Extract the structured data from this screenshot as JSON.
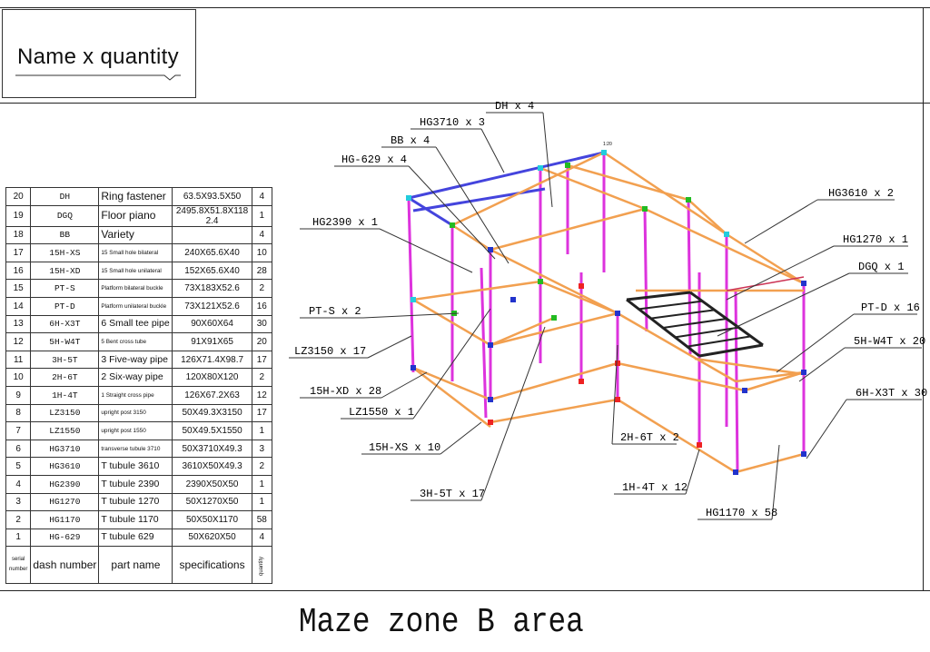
{
  "legend": {
    "text": "Name x quantity"
  },
  "title": "Maze zone B area",
  "table": {
    "header": {
      "serial": "serial number",
      "dash": "dash number",
      "part": "part name",
      "spec": "specifications",
      "qty": "quantity"
    },
    "rows": [
      {
        "serial": "20",
        "dash": "DH",
        "part": "Ring fastener",
        "spec": "63.5X93.5X50",
        "qty": "4"
      },
      {
        "serial": "19",
        "dash": "DGQ",
        "part": "Floor piano",
        "spec": "2495.8X51.8X118 2.4",
        "qty": "1"
      },
      {
        "serial": "18",
        "dash": "BB",
        "part": "Variety",
        "spec": "",
        "qty": "4"
      },
      {
        "serial": "17",
        "dash": "15H-XS",
        "part": "15 Small hole bilateral",
        "spec": "240X65.6X40",
        "qty": "10"
      },
      {
        "serial": "16",
        "dash": "15H-XD",
        "part": "15 Small hole unilateral",
        "spec": "152X65.6X40",
        "qty": "28"
      },
      {
        "serial": "15",
        "dash": "PT-S",
        "part": "Platform bilateral buckle",
        "spec": "73X183X52.6",
        "qty": "2"
      },
      {
        "serial": "14",
        "dash": "PT-D",
        "part": "Platform unilateral buckle",
        "spec": "73X121X52.6",
        "qty": "16"
      },
      {
        "serial": "13",
        "dash": "6H-X3T",
        "part": "6 Small tee pipe",
        "spec": "90X60X64",
        "qty": "30"
      },
      {
        "serial": "12",
        "dash": "5H-W4T",
        "part": "5 Bent cross tube",
        "spec": "91X91X65",
        "qty": "20"
      },
      {
        "serial": "11",
        "dash": "3H-5T",
        "part": "3 Five-way pipe",
        "spec": "126X71.4X98.7",
        "qty": "17"
      },
      {
        "serial": "10",
        "dash": "2H-6T",
        "part": "2 Six-way pipe",
        "spec": "120X80X120",
        "qty": "2"
      },
      {
        "serial": "9",
        "dash": "1H-4T",
        "part": "1 Straight cross pipe",
        "spec": "126X67.2X63",
        "qty": "12"
      },
      {
        "serial": "8",
        "dash": "LZ3150",
        "part": "upright post 3150",
        "spec": "50X49.3X3150",
        "qty": "17"
      },
      {
        "serial": "7",
        "dash": "LZ1550",
        "part": "upright post 1550",
        "spec": "50X49.5X1550",
        "qty": "1"
      },
      {
        "serial": "6",
        "dash": "HG3710",
        "part": "transverse tubule 3710",
        "spec": "50X3710X49.3",
        "qty": "3"
      },
      {
        "serial": "5",
        "dash": "HG3610",
        "part": "T tubule 3610",
        "spec": "3610X50X49.3",
        "qty": "2"
      },
      {
        "serial": "4",
        "dash": "HG2390",
        "part": "T tubule 2390",
        "spec": "2390X50X50",
        "qty": "1"
      },
      {
        "serial": "3",
        "dash": "HG1270",
        "part": "T tubule 1270",
        "spec": "50X1270X50",
        "qty": "1"
      },
      {
        "serial": "2",
        "dash": "HG1170",
        "part": "T tubule 1170",
        "spec": "50X50X1170",
        "qty": "58"
      },
      {
        "serial": "1",
        "dash": "HG-629",
        "part": "T tubule 629",
        "spec": "50X620X50",
        "qty": "4"
      }
    ]
  },
  "diagram": {
    "scale_note": "1:20",
    "callouts": [
      {
        "id": "dh",
        "text": "DH x 4"
      },
      {
        "id": "hg3710",
        "text": "HG3710 x 3"
      },
      {
        "id": "bb",
        "text": "BB x 4"
      },
      {
        "id": "hg629",
        "text": "HG-629 x 4"
      },
      {
        "id": "hg2390",
        "text": "HG2390 x 1"
      },
      {
        "id": "pts",
        "text": "PT-S x 2"
      },
      {
        "id": "lz3150",
        "text": "LZ3150 x 17"
      },
      {
        "id": "15hxd",
        "text": "15H-XD x 28"
      },
      {
        "id": "lz1550",
        "text": "LZ1550 x 1"
      },
      {
        "id": "15hxs",
        "text": "15H-XS x 10"
      },
      {
        "id": "3h5t",
        "text": "3H-5T x 17"
      },
      {
        "id": "2h6t",
        "text": "2H-6T x 2"
      },
      {
        "id": "1h4t",
        "text": "1H-4T x 12"
      },
      {
        "id": "hg1170",
        "text": "HG1170 x 58"
      },
      {
        "id": "hg3610",
        "text": "HG3610 x 2"
      },
      {
        "id": "hg1270",
        "text": "HG1270 x 1"
      },
      {
        "id": "dgq",
        "text": "DGQ x 1"
      },
      {
        "id": "ptd",
        "text": "PT-D x 16"
      },
      {
        "id": "5hw4t",
        "text": "5H-W4T x 20"
      },
      {
        "id": "6hx3t",
        "text": "6H-X3T x 30"
      }
    ],
    "colors": {
      "upright": "#dd33dd",
      "tube": "#f2a050",
      "top_tube": "#4444dd",
      "cyan_joint": "#22ccdd",
      "green_joint": "#22bb22",
      "red_joint": "#ee2222",
      "blue_joint": "#2233cc",
      "leader": "#333333"
    }
  }
}
